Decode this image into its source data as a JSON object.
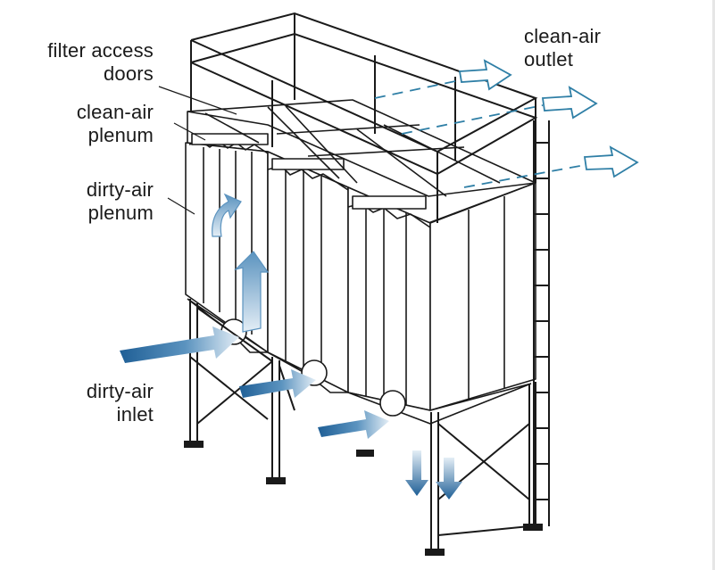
{
  "labels": {
    "filter_access_doors": [
      "filter access",
      "doors"
    ],
    "clean_air_plenum": [
      "clean-air",
      "plenum"
    ],
    "dirty_air_plenum": [
      "dirty-air",
      "plenum"
    ],
    "dirty_air_inlet": [
      "dirty-air",
      "inlet"
    ],
    "clean_air_outlet": [
      "clean-air",
      "outlet"
    ]
  },
  "colors": {
    "line": "#1a1a1a",
    "clean_air_arrow": "#2f7fa6",
    "dirty_air_arrow_dark": "#1f5f96",
    "dirty_air_arrow_light": "#d6e6f2",
    "background": "#ffffff"
  }
}
